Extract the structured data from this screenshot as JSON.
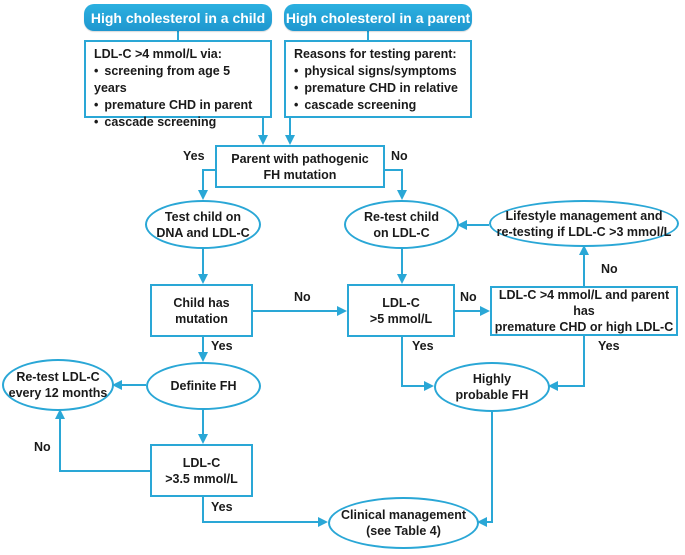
{
  "headers": {
    "child": "High cholesterol in a child",
    "parent": "High cholesterol in a parent"
  },
  "child_box": {
    "title": "LDL-C >4 mmol/L via:",
    "items": [
      "screening from age 5 years",
      "premature CHD in parent",
      "cascade screening"
    ]
  },
  "parent_box": {
    "title": "Reasons for testing parent:",
    "items": [
      "physical signs/symptoms",
      "premature CHD in relative",
      "cascade screening"
    ]
  },
  "nodes": {
    "parent_mutation": [
      "Parent with pathogenic",
      "FH mutation"
    ],
    "test_child": [
      "Test child on",
      "DNA and LDL-C"
    ],
    "retest_child": [
      "Re-test child",
      "on LDL-C"
    ],
    "lifestyle": [
      "Lifestyle management and",
      "re-testing if LDL-C >3 mmol/L"
    ],
    "child_has_mutation": [
      "Child has",
      "mutation"
    ],
    "ldl5": [
      "LDL-C",
      ">5 mmol/L"
    ],
    "ldl4": [
      "LDL-C >4 mmol/L and parent has",
      "premature CHD or high LDL-C"
    ],
    "retest_12": [
      "Re-test LDL-C",
      "every 12 months"
    ],
    "definite_fh": [
      "Definite FH"
    ],
    "highly_probable": [
      "Highly",
      "probable FH"
    ],
    "ldl35": [
      "LDL-C",
      ">3.5 mmol/L"
    ],
    "clinical": [
      "Clinical management",
      "(see Table 4)"
    ]
  },
  "labels": {
    "yes": "Yes",
    "no": "No"
  },
  "colors": {
    "accent": "#2aa7d6",
    "header_fill": "#1f97cf",
    "text": "#1a1a1a"
  }
}
